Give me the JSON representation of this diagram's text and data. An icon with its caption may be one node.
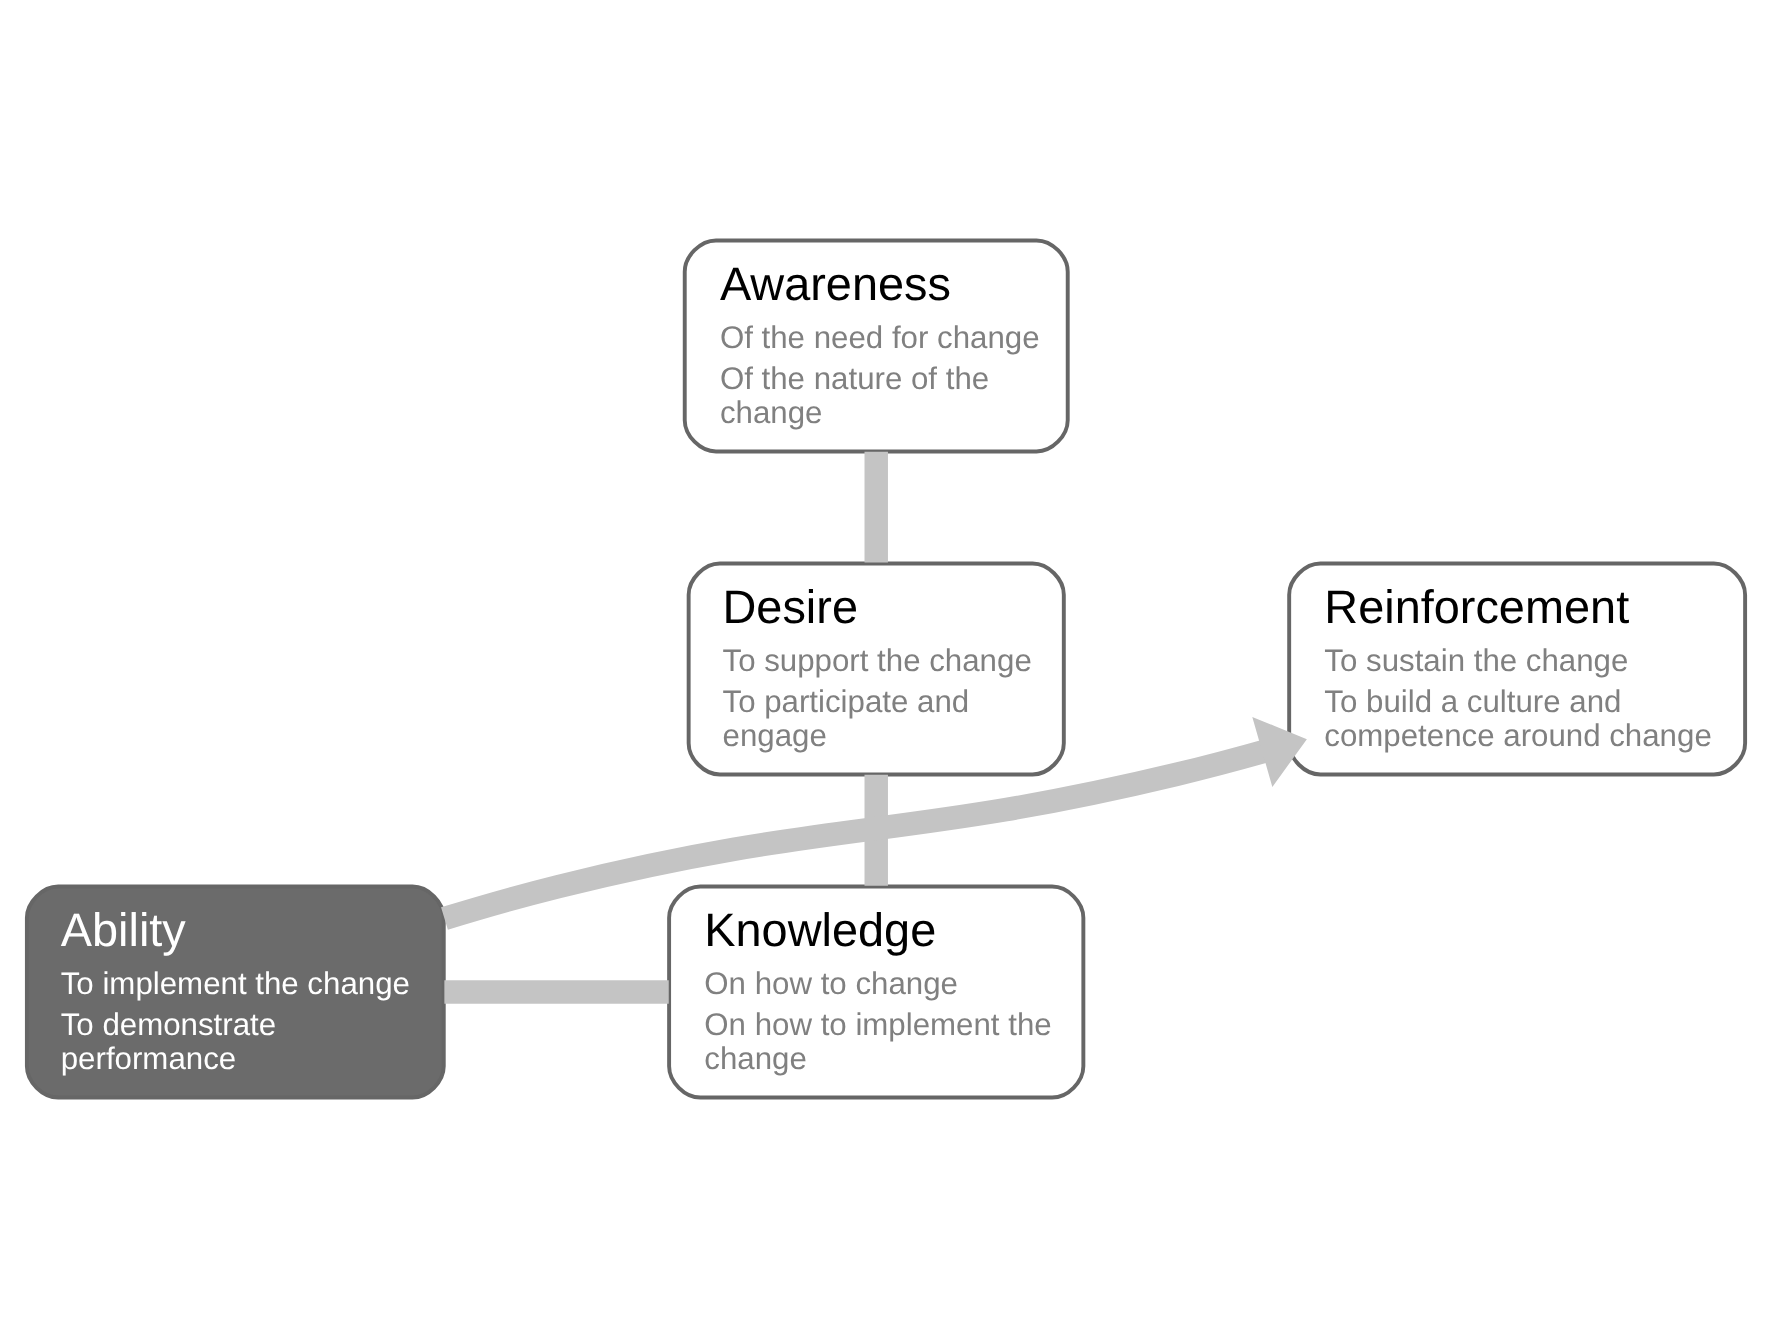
{
  "diagram": {
    "nodes": [
      {
        "text": [
          "Awareness",
          "Of the need for change",
          "Of the nature of the change"
        ]
      },
      {
        "text": [
          "Desire",
          "To support the change",
          "To participate and engage"
        ]
      },
      {
        "text": [
          "Knowledge",
          "On how to change",
          "On how to implement the change"
        ]
      },
      {
        "text": [
          "Ability",
          "To implement the change",
          "To demonstrate performance"
        ]
      },
      {
        "text": [
          "Reinforcement",
          "To sustain the change",
          "To build a culture and competence around change"
        ]
      }
    ],
    "edges": [
      {
        "from": 0,
        "to": 1,
        "arrow": "none"
      },
      {
        "from": 1,
        "to": 2,
        "arrow": "none"
      },
      {
        "from": 2,
        "to": 3,
        "arrow": "none"
      },
      {
        "from": 3,
        "to": 4,
        "arrow": "to"
      }
    ]
  }
}
